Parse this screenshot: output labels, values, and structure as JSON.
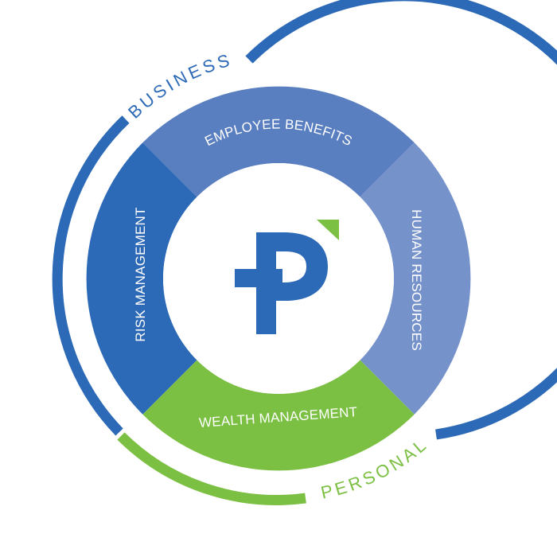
{
  "outer_labels": {
    "business": "BUSINESS",
    "personal": "PERSONAL"
  },
  "segments": {
    "top": "EMPLOYEE BENEFITS",
    "right": "HUMAN RESOURCES",
    "bottom": "WEALTH MANAGEMENT",
    "left": "RISK MANAGEMENT"
  },
  "colors": {
    "business_blue": "#2c69b6",
    "employee_benefits": "#5a7fc0",
    "human_resources": "#7692cb",
    "risk_management": "#2c69b6",
    "wealth_management": "#7bc043",
    "personal_green": "#7bc043",
    "logo_blue": "#2c69b6",
    "logo_accent_green": "#7bc043"
  },
  "logo": {
    "icon": "p-logo-icon"
  }
}
